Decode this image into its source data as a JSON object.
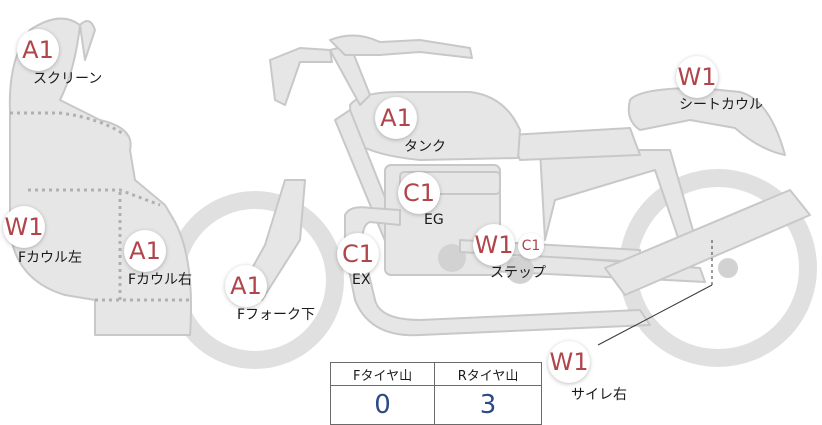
{
  "parts": {
    "screen": {
      "grade": "A1",
      "label": "スクリーン"
    },
    "tank": {
      "grade": "A1",
      "label": "タンク"
    },
    "seatcowl": {
      "grade": "W1",
      "label": "シートカウル"
    },
    "engine": {
      "grade": "C1",
      "label": "EG"
    },
    "fcowl_l": {
      "grade": "W1",
      "label": "Fカウル左"
    },
    "fcowl_r": {
      "grade": "A1",
      "label": "Fカウル右"
    },
    "exhaust": {
      "grade": "C1",
      "label": "EX"
    },
    "step": {
      "grade": "W1",
      "grade2": "C1",
      "label": "ステップ"
    },
    "ffork": {
      "grade": "A1",
      "label": "Fフォーク下"
    },
    "muffler": {
      "grade": "W1",
      "label": "サイレ右"
    }
  },
  "tread": {
    "front_label": "Fタイヤ山",
    "rear_label": "Rタイヤ山",
    "front_value": "0",
    "rear_value": "3"
  },
  "colors": {
    "body_fill": "#e6e6e6",
    "body_stroke": "#c8c8c8",
    "grade_text": "#b0454b",
    "value_text": "#2e4a86"
  }
}
